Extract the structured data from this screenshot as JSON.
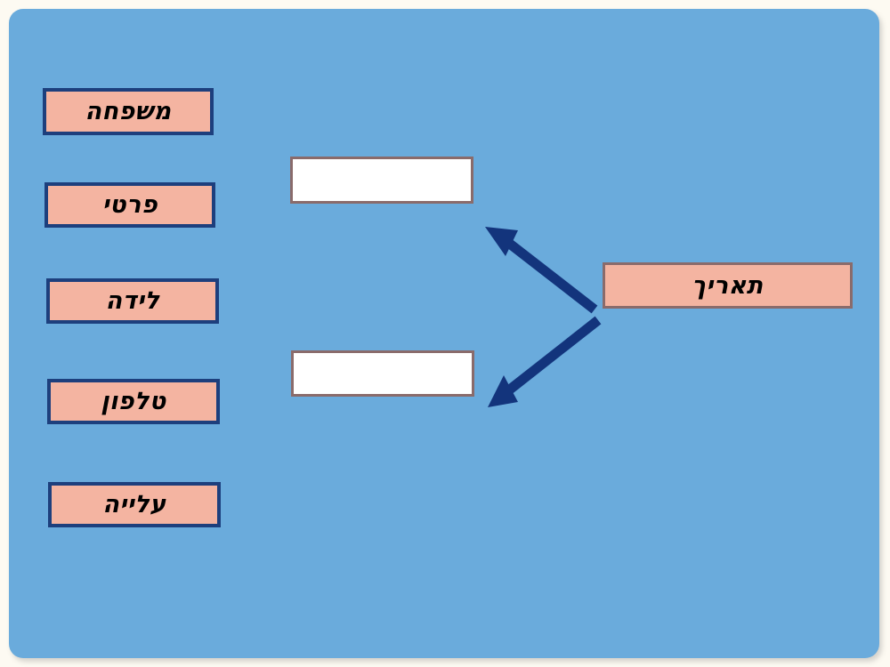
{
  "slide": {
    "background_color": "#6aabdc",
    "page_color": "#fdfaf2",
    "accent_fill": "#f4b4a1",
    "accent_border": "#1d3f7d",
    "answer_border": "#8a6b6b",
    "arrow_color": "#13347c",
    "text_color": "#000000"
  },
  "term_boxes": [
    {
      "label": "משפחה"
    },
    {
      "label": "פרטי"
    },
    {
      "label": "לידה"
    },
    {
      "label": "טלפון"
    },
    {
      "label": "עלייה"
    }
  ],
  "answer_boxes": [
    {
      "value": ""
    },
    {
      "value": ""
    }
  ],
  "source_box": {
    "label": "תאריך"
  },
  "arrows": [
    {
      "name": "arrow-to-top-answer",
      "direction": "up-left"
    },
    {
      "name": "arrow-to-bottom-answer",
      "direction": "down-left"
    }
  ]
}
